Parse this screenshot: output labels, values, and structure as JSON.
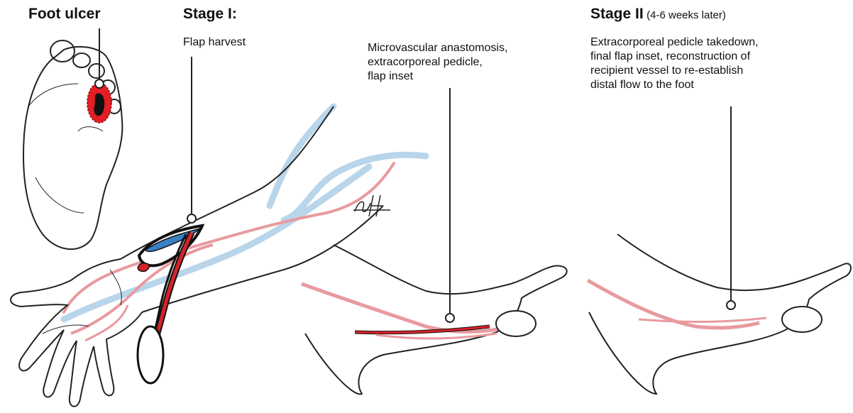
{
  "labels": {
    "foot_ulcer": "Foot ulcer",
    "stage1_title": "Stage I:",
    "stage1_step": "Flap harvest",
    "stage1_anastomosis": [
      "Microvascular anastomosis,",
      "extracorporeal pedicle,",
      "flap inset"
    ],
    "stage2_title": "Stage II",
    "stage2_timing": "(4-6 weeks later)",
    "stage2_step": [
      "Extracorporeal pedicle takedown,",
      "final flap inset, reconstruction of",
      "recipient vessel to re-establish",
      "distal flow to the foot"
    ],
    "signature": "SH"
  },
  "colors": {
    "ulcer": "#e31e24",
    "artery": "#d7222a",
    "vein": "#3b7fc4",
    "vessel_light_red": "#e89a9f",
    "vessel_light_blue": "#b9d5ea",
    "outline": "#222222"
  }
}
